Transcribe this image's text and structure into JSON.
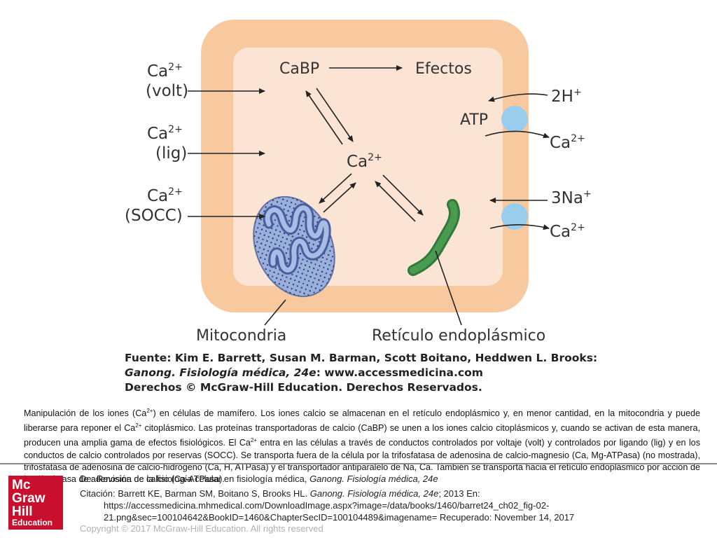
{
  "diagram": {
    "labels": {
      "ca_volt_1": "Ca",
      "ca_volt_2": "(volt)",
      "ca_lig_1": "Ca",
      "ca_lig_2": "(lig)",
      "ca_socc_1": "Ca",
      "ca_socc_2": "(SOCC)",
      "cabp": "CaBP",
      "efectos": "Efectos",
      "ca_center": "Ca",
      "atp": "ATP",
      "h2": "2H",
      "ca_out_1": "Ca",
      "na3": "3Na",
      "ca_out_2": "Ca",
      "mitocondria": "Mitocondria",
      "reticulo": "Retículo endoplásmico",
      "sup_ca": "2+",
      "sup_plus": "+"
    },
    "source": {
      "line1": "Fuente: Kim E. Barrett, Susan M. Barman, Scott Boitano, Heddwen L. Brooks:",
      "line2_italic": "Ganong. Fisiología médica, 24e",
      "line2_rest": ": www.accessmedicina.com",
      "line3": "Derechos © McGraw-Hill Education. Derechos Reservados."
    },
    "colors": {
      "membrane": "#f8c89e",
      "cytoplasm": "#fce4d4",
      "pump": "#99cdee",
      "mitochondrion": "#8fa6d8",
      "reticulum": "#3e8c47"
    }
  },
  "caption": {
    "p1": "Manipulación de los iones (Ca",
    "sup1": "2+",
    "p2": ") en células de mamífero. Los iones calcio se almacenan en el retículo endoplásmico y, en menor cantidad, en la mitocondria y puede liberarse para reponer el Ca",
    "sup2": "2+",
    "p3": " citoplásmico. Las proteínas transportadoras de calcio (CaBP) se unen a los iones calcio citoplásmicos y, cuando se activan de esta manera, producen una amplia gama de efectos fisiológicos. El Ca",
    "sup3": "2+",
    "p4": " entra en las células a través de conductos controlados por voltaje (volt) y controlados por ligando (lig) y en los conductos de calcio controlados por reservas (SOCC). Se transporta fuera de la célula por la trifosfatasa de adenosina de calcio-magnesio (Ca, Mg-ATPasa) (no mostrada), trifosfatasa de adenosina de calcio-hidrógeno (Ca, H, ATPasa) y el transportador antiparalelo de Na, Ca. También se transporta hacia el retículo endoplásmico por acción de la trifosfatasa de adenosina de calcio (Ca-ATPasa)."
  },
  "logo": {
    "line1": "Mc",
    "line2": "Graw",
    "line3": "Hill",
    "line4": "Education"
  },
  "citation": {
    "de_prefix": "De: Revisión de la fisiología celular en fisiología médica, ",
    "de_title": "Ganong. Fisiología médica, 24e",
    "cit_prefix": "Citación: Barrett KE, Barman SM, Boitano S, Brooks HL. ",
    "cit_title": "Ganong. Fisiología médica, 24e",
    "cit_rest": "; 2013 En:",
    "url1": "https://accessmedicina.mhmedical.com/DownloadImage.aspx?image=/data/books/1460/barret24_ch02_fig-02-",
    "url2": "21.png&sec=100104642&BookID=1460&ChapterSecID=100104489&imagename= Recuperado: November 14, 2017"
  },
  "copyright": "Copyright © 2017 McGraw-Hill Education. All rights reserved"
}
